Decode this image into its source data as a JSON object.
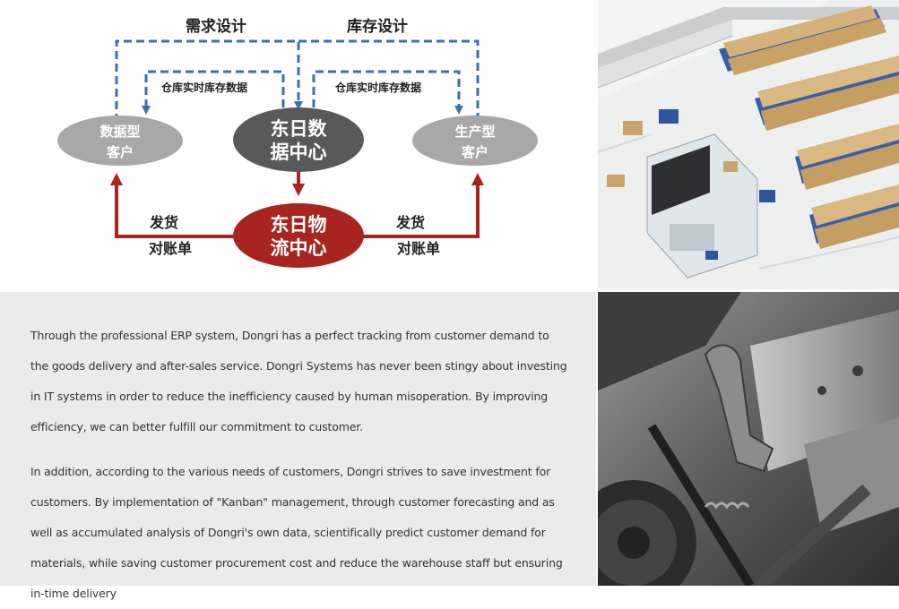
{
  "diagram": {
    "top_labels": {
      "left": "需求设计",
      "right": "库存设计"
    },
    "mid_labels": {
      "left": "仓库实时库存数据",
      "right": "仓库实时库存数据"
    },
    "nodes": {
      "data_customer": {
        "line1": "数据型",
        "line2": "客户"
      },
      "data_center": {
        "line1": "东日数",
        "line2": "据中心"
      },
      "production_customer": {
        "line1": "生产型",
        "line2": "客户"
      },
      "logistics_center": {
        "line1": "东日物",
        "line2": "流中心"
      }
    },
    "bottom_labels": {
      "left": {
        "line1": "发货",
        "line2": "对账单"
      },
      "right": {
        "line1": "发货",
        "line2": "对账单"
      }
    },
    "colors": {
      "dashed_blue": "#3c6eb4",
      "node_gray": "#a8a8a8",
      "node_dark": "#595959",
      "node_red": "#a8241f",
      "arrow_red": "#a8241f"
    }
  },
  "body_text": {
    "paragraph1": "Through the professional ERP system, Dongri has a perfect tracking from customer demand to the goods delivery and after-sales service. Dongri Systems has never been stingy about investing in IT systems in order to reduce the inefficiency caused by human misoperation. By improving efficiency, we can better fulfill our commitment to customer.",
    "paragraph2": "In addition, according to the various needs of customers, Dongri strives to save investment for customers. By implementation of \"Kanban\" management, through customer forecasting and as well as accumulated analysis of Dongri's own data, scientifically predict customer demand for materials, while saving customer procurement cost and reduce the warehouse staff but ensuring in-time delivery"
  }
}
